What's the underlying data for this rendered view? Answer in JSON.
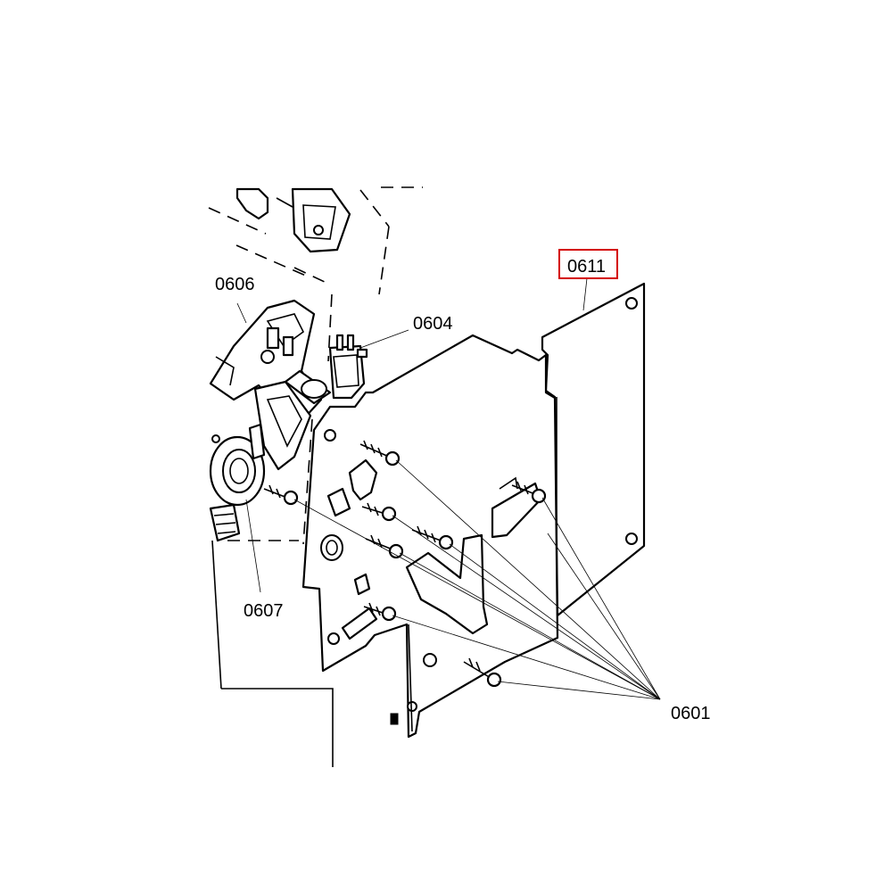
{
  "diagram": {
    "labels": {
      "l0606": "0606",
      "l0604": "0604",
      "l0611": "0611",
      "l0607": "0607",
      "l0601": "0601"
    },
    "highlight_color": "#d40000",
    "line_color": "#000000",
    "background_color": "#ffffff"
  }
}
